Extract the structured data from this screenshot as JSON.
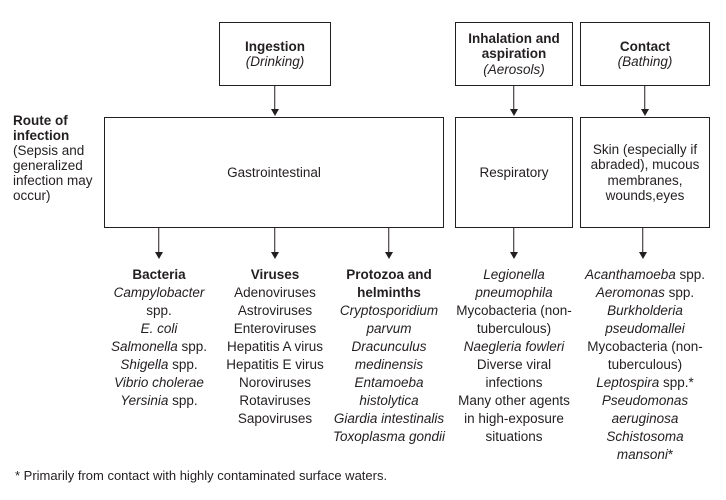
{
  "exposure_boxes": [
    {
      "title": "Ingestion",
      "subtitle": "(Drinking)"
    },
    {
      "title": "Inhalation and aspiration",
      "subtitle": "(Aerosols)"
    },
    {
      "title": "Contact",
      "subtitle": "(Bathing)"
    }
  ],
  "side_label": {
    "title": "Route of infection",
    "note": "(Sepsis and generalized infection may occur)"
  },
  "route_boxes": [
    {
      "label": "Gastrointestinal"
    },
    {
      "label": "Respiratory"
    },
    {
      "label": "Skin (especially if abraded), mucous membranes, wounds,eyes"
    }
  ],
  "organism_columns": [
    {
      "header": "Bacteria",
      "items": [
        [
          {
            "text": "Campylobacter",
            "italic": true
          },
          {
            "text": " spp.",
            "italic": false
          }
        ],
        [
          {
            "text": "E. coli",
            "italic": true
          }
        ],
        [
          {
            "text": "Salmonella",
            "italic": true
          },
          {
            "text": " spp.",
            "italic": false
          }
        ],
        [
          {
            "text": "Shigella",
            "italic": true
          },
          {
            "text": " spp.",
            "italic": false
          }
        ],
        [
          {
            "text": "Vibrio cholerae",
            "italic": true
          }
        ],
        [
          {
            "text": "Yersinia",
            "italic": true
          },
          {
            "text": " spp.",
            "italic": false
          }
        ]
      ]
    },
    {
      "header": "Viruses",
      "items": [
        [
          {
            "text": "Adenoviruses",
            "italic": false
          }
        ],
        [
          {
            "text": "Astroviruses",
            "italic": false
          }
        ],
        [
          {
            "text": "Enteroviruses",
            "italic": false
          }
        ],
        [
          {
            "text": "Hepatitis A virus",
            "italic": false
          }
        ],
        [
          {
            "text": "Hepatitis E virus",
            "italic": false
          }
        ],
        [
          {
            "text": "Noroviruses",
            "italic": false
          }
        ],
        [
          {
            "text": "Rotaviruses",
            "italic": false
          }
        ],
        [
          {
            "text": "Sapoviruses",
            "italic": false
          }
        ]
      ]
    },
    {
      "header": "Protozoa and helminths",
      "items": [
        [
          {
            "text": "Cryptosporidium parvum",
            "italic": true
          }
        ],
        [
          {
            "text": "Dracunculus medinensis",
            "italic": true
          }
        ],
        [
          {
            "text": "Entamoeba histolytica",
            "italic": true
          }
        ],
        [
          {
            "text": "Giardia intestinalis",
            "italic": true
          }
        ],
        [
          {
            "text": "Toxoplasma gondii",
            "italic": true
          }
        ]
      ]
    },
    {
      "header": "",
      "items": [
        [
          {
            "text": "Legionella pneumophila",
            "italic": true
          }
        ],
        [
          {
            "text": "Mycobacteria (non-tuberculous)",
            "italic": false
          }
        ],
        [
          {
            "text": "Naegleria fowleri",
            "italic": true
          }
        ],
        [
          {
            "text": "Diverse viral infections",
            "italic": false
          }
        ],
        [
          {
            "text": "Many other agents in high-exposure situations",
            "italic": false
          }
        ]
      ]
    },
    {
      "header": "",
      "items": [
        [
          {
            "text": "Acanthamoeba",
            "italic": true
          },
          {
            "text": " spp.",
            "italic": false
          }
        ],
        [
          {
            "text": "Aeromonas",
            "italic": true
          },
          {
            "text": " spp.",
            "italic": false
          }
        ],
        [
          {
            "text": "Burkholderia pseudomallei",
            "italic": true
          }
        ],
        [
          {
            "text": "Mycobacteria (non-tuberculous)",
            "italic": false
          }
        ],
        [
          {
            "text": "Leptospira",
            "italic": true
          },
          {
            "text": " spp.*",
            "italic": false
          }
        ],
        [
          {
            "text": "Pseudomonas aeruginosa",
            "italic": true
          }
        ],
        [
          {
            "text": "Schistosoma mansoni",
            "italic": true
          },
          {
            "text": "*",
            "italic": false
          }
        ]
      ]
    }
  ],
  "footnote": "* Primarily from contact with highly contaminated surface waters.",
  "colors": {
    "text": "#231f20",
    "border": "#231f20",
    "background": "#ffffff"
  }
}
